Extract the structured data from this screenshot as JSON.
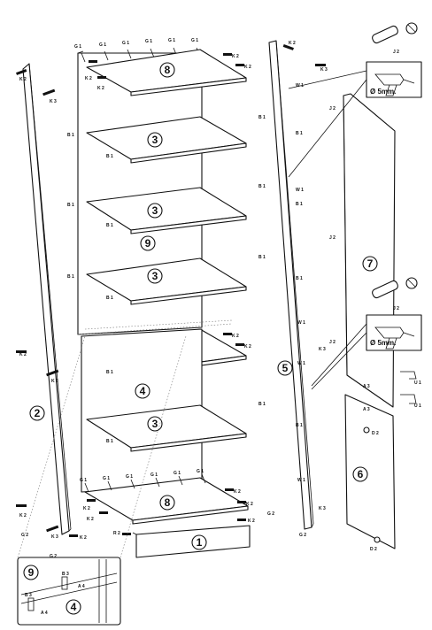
{
  "parts": {
    "p1": "1",
    "p2": "2",
    "p3": "3",
    "p4": "4",
    "p5": "5",
    "p6": "6",
    "p7": "7",
    "p8": "8",
    "p9": "9"
  },
  "hardware": {
    "g1": "G 1",
    "g2": "G 2",
    "k2": "K 2",
    "k3": "K 3",
    "b1": "B 1",
    "w1": "W 1",
    "r2": "R 2",
    "a3": "A 3",
    "a4": "A 4",
    "b3": "B 3",
    "d2": "D 2",
    "u1": "U 1",
    "j2": "J 2"
  },
  "drill_notes": {
    "upper": "Ø 5mm.",
    "lower": "Ø 5mm."
  }
}
